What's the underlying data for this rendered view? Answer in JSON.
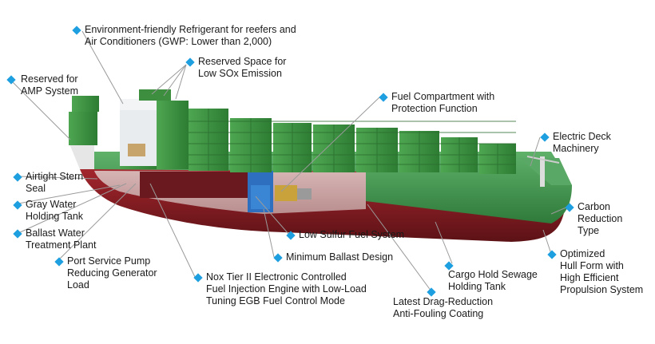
{
  "colors": {
    "bullet": "#1ea0e0",
    "hull_red": "#8a1f25",
    "hull_green": "#3f8f4a",
    "container_green": "#3d8f3f",
    "deck_white": "#e9ecef"
  },
  "icons": [
    "diamond-bullet-icon"
  ],
  "callouts": [
    {
      "id": "refrigerant",
      "lines": [
        "Environment-friendly Refrigerant for reefers and",
        "Air Conditioners (GWP: Lower than 2,000)"
      ]
    },
    {
      "id": "sox",
      "lines": [
        "Reserved Space for",
        "Low SOx Emission"
      ]
    },
    {
      "id": "amp",
      "lines": [
        "Reserved for",
        "AMP System"
      ]
    },
    {
      "id": "fuel-compartment",
      "lines": [
        "Fuel Compartment with",
        "Protection Function"
      ]
    },
    {
      "id": "deck-machinery",
      "lines": [
        "Electric Deck",
        "Machinery"
      ]
    },
    {
      "id": "stern-seal",
      "lines": [
        "Airtight Stern",
        "Seal"
      ]
    },
    {
      "id": "gray-water",
      "lines": [
        "Gray Water",
        "Holding Tank"
      ]
    },
    {
      "id": "ballast-treatment",
      "lines": [
        "Ballast Water",
        "Treatment Plant"
      ]
    },
    {
      "id": "service-pump",
      "lines": [
        "Port Service Pump",
        "Reducing Generator",
        "Load"
      ]
    },
    {
      "id": "low-sulfur",
      "lines": [
        "Low Sulfur Fuel System"
      ]
    },
    {
      "id": "min-ballast",
      "lines": [
        "Minimum Ballast Design"
      ]
    },
    {
      "id": "nox",
      "lines": [
        "Nox Tier II Electronic Controlled",
        "Fuel Injection Engine with Low-Load",
        "Tuning EGB Fuel Control Mode"
      ]
    },
    {
      "id": "carbon",
      "lines": [
        "Carbon",
        "Reduction",
        "Type"
      ]
    },
    {
      "id": "hull-form",
      "lines": [
        "Optimized",
        "Hull Form with",
        "High Efficient",
        "Propulsion System"
      ]
    },
    {
      "id": "sewage",
      "lines": [
        "Cargo Hold Sewage",
        "Holding Tank"
      ]
    },
    {
      "id": "anti-fouling",
      "lines": [
        "Latest Drag-Reduction",
        "Anti-Fouling Coating"
      ]
    }
  ]
}
